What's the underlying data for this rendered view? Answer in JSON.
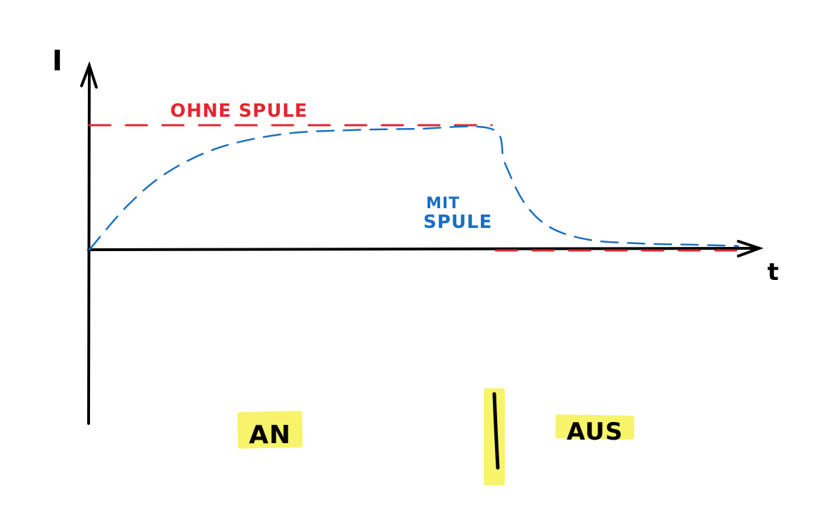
{
  "chart_data": {
    "type": "line",
    "title": "",
    "xlabel": "t",
    "ylabel": "I",
    "grid": false,
    "legend": "none",
    "phases": [
      {
        "label": "AN",
        "t_start": 0.0,
        "t_end": 0.62
      },
      {
        "label": "AUS",
        "t_start": 0.62,
        "t_end": 1.0
      }
    ],
    "series": [
      {
        "name": "OHNE SPULE",
        "color": "#e3262f",
        "style": "dashed",
        "x": [
          0.0,
          0.62,
          0.62,
          1.0
        ],
        "y": [
          1.0,
          1.0,
          0.0,
          0.0
        ]
      },
      {
        "name": "MIT SPULE",
        "color": "#1a6fc4",
        "style": "dashed",
        "x": [
          0.0,
          0.06,
          0.12,
          0.2,
          0.3,
          0.4,
          0.5,
          0.62,
          0.64,
          0.67,
          0.71,
          0.77,
          0.85,
          0.93,
          1.0
        ],
        "y": [
          0.0,
          0.36,
          0.62,
          0.82,
          0.93,
          0.96,
          0.97,
          0.97,
          0.7,
          0.38,
          0.18,
          0.08,
          0.05,
          0.04,
          0.03
        ]
      }
    ],
    "xlim": [
      0,
      1
    ],
    "ylim": [
      -1.4,
      1.45
    ],
    "switch_marker_t": 0.62
  },
  "colors": {
    "axis": "#000000",
    "highlight": "#f7f36a",
    "red": "#e3262f",
    "blue": "#1a6fc4"
  }
}
